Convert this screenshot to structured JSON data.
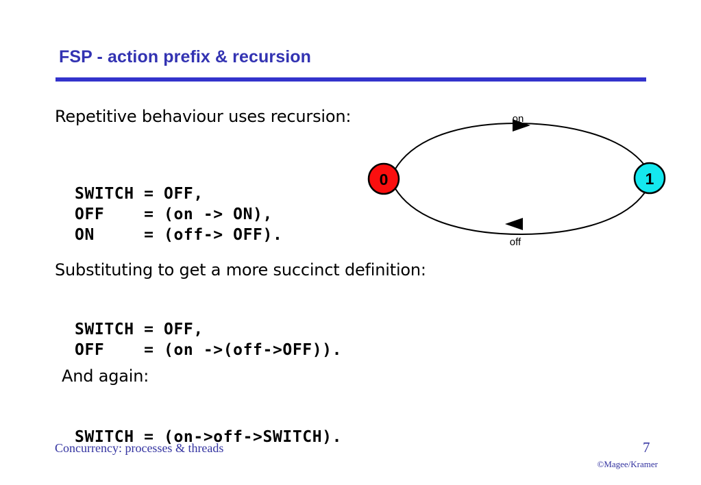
{
  "slide": {
    "title": "FSP - action prefix & recursion",
    "accent_color": "#3333cc",
    "title_color": "#3333b2",
    "background": "#ffffff"
  },
  "content": {
    "intro_line": "Repetitive behaviour uses recursion:",
    "code_block_1": "SWITCH = OFF,\nOFF    = (on -> ON),\nON     = (off-> OFF).",
    "substitute_line": "Substituting to get a more succinct definition:",
    "code_block_2": "SWITCH = OFF,\nOFF    = (on ->(off->OFF)).",
    "again_line": "And again:",
    "code_block_3": "SWITCH = (on->off->SWITCH)."
  },
  "diagram": {
    "type": "state-machine",
    "states": [
      {
        "id": "0",
        "label": "0",
        "color": "#fa0f0f",
        "role": "initial"
      },
      {
        "id": "1",
        "label": "1",
        "color": "#14e8ef",
        "role": "normal"
      }
    ],
    "transitions": [
      {
        "from": "0",
        "to": "1",
        "label": "on",
        "position": "top"
      },
      {
        "from": "1",
        "to": "0",
        "label": "off",
        "position": "bottom"
      }
    ]
  },
  "footer": {
    "course": "Concurrency: processes & threads",
    "page_number": "7",
    "copyright": "©Magee/Kramer",
    "color": "#3333a0"
  }
}
